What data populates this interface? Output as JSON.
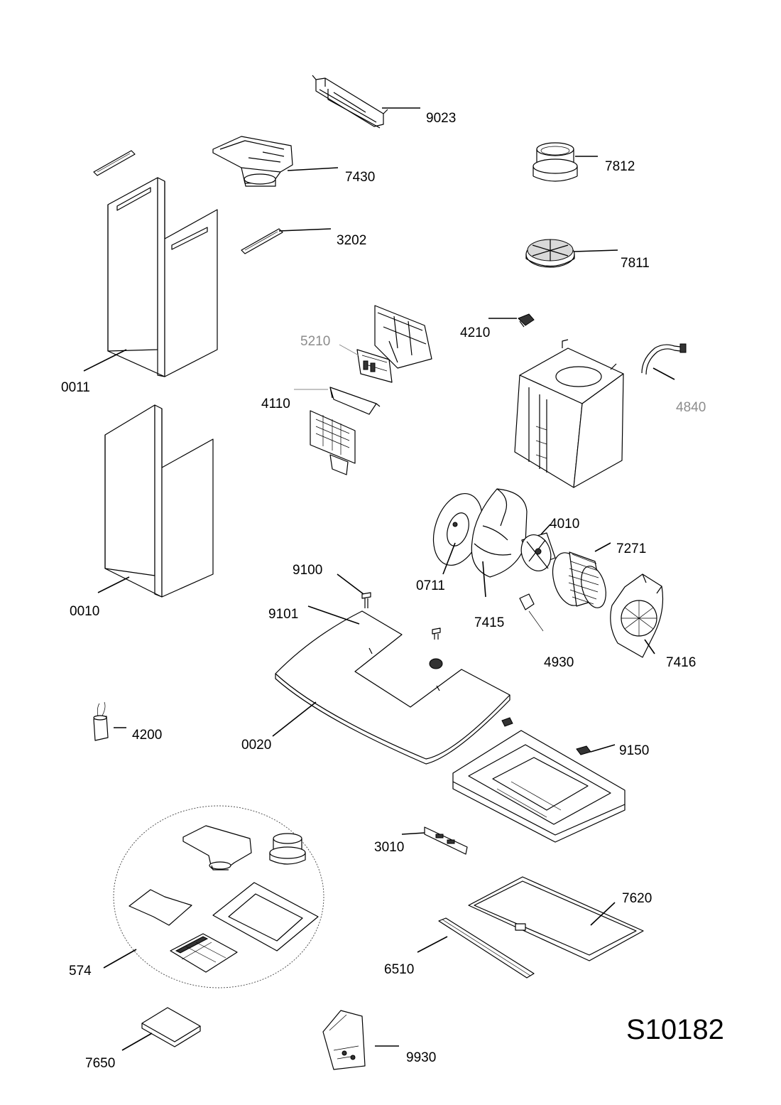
{
  "sheet_id": "S10182",
  "labels": {
    "p9023": "9023",
    "p7430": "7430",
    "p7812": "7812",
    "p3202": "3202",
    "p7811": "7811",
    "p0011": "0011",
    "p5210": "5210",
    "p4210": "4210",
    "p4110": "4110",
    "p4840": "4840",
    "p0010": "0010",
    "p4010": "4010",
    "p7271": "7271",
    "p9100": "9100",
    "p0711": "0711",
    "p9101": "9101",
    "p7415": "7415",
    "p4930": "4930",
    "p7416": "7416",
    "p4200": "4200",
    "p0020": "0020",
    "p9150": "9150",
    "p3010": "3010",
    "p7620": "7620",
    "p574": "574",
    "p6510": "6510",
    "p7650": "7650",
    "p9930": "9930"
  },
  "colors": {
    "line": "#000000",
    "muted_label": "#8c8c8c",
    "background": "#ffffff"
  }
}
